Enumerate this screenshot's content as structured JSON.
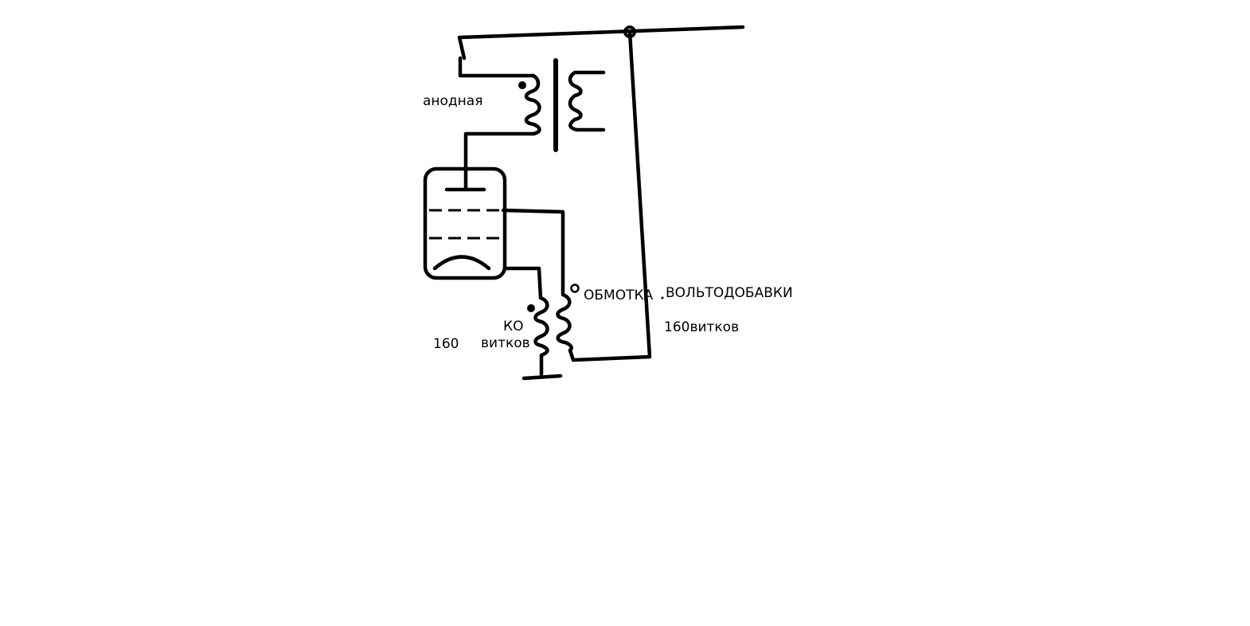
{
  "labels": {
    "anode_winding": "анодная",
    "winding_word": "ОБМОТКА",
    "booster_word": "ВОЛЬТОДОБАВКИ",
    "booster_turns": "160витков",
    "ko_label": "КО",
    "ko_turns_word": "витков",
    "ko_turns_number": "160"
  },
  "colors": {
    "ink": "#000000",
    "background": "#ffffff"
  }
}
